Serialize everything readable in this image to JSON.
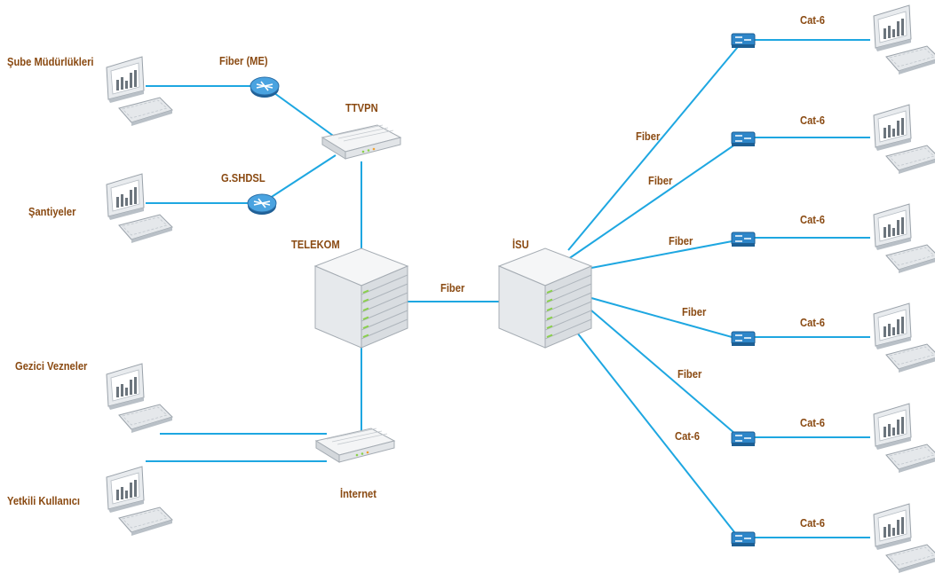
{
  "colors": {
    "link": "#1ea7e1",
    "label": "#8a4a12",
    "device": "#eceef0",
    "router": "#3a8fd0",
    "switch": "#2a7fc5"
  },
  "labels": {
    "sube": "Şube Müdürlükleri",
    "santiyeler": "Şantiyeler",
    "gezici": "Gezici Vezneler",
    "yetkili": "Yetkili Kullanıcı",
    "fiber_me": "Fiber (ME)",
    "gshdsl": "G.SHDSL",
    "ttvpn": "TTVPN",
    "telekom": "TELEKOM",
    "isu": "İSU",
    "internet": "İnternet",
    "fiber_center": "Fiber",
    "fiber_b1": "Fiber",
    "fiber_b2": "Fiber",
    "fiber_b3": "Fiber",
    "fiber_b4": "Fiber",
    "fiber_b5": "Fiber",
    "cat6_branch": "Cat-6",
    "cat6_r1": "Cat-6",
    "cat6_r2": "Cat-6",
    "cat6_r3": "Cat-6",
    "cat6_r4": "Cat-6",
    "cat6_r5": "Cat-6",
    "cat6_r6": "Cat-6"
  }
}
